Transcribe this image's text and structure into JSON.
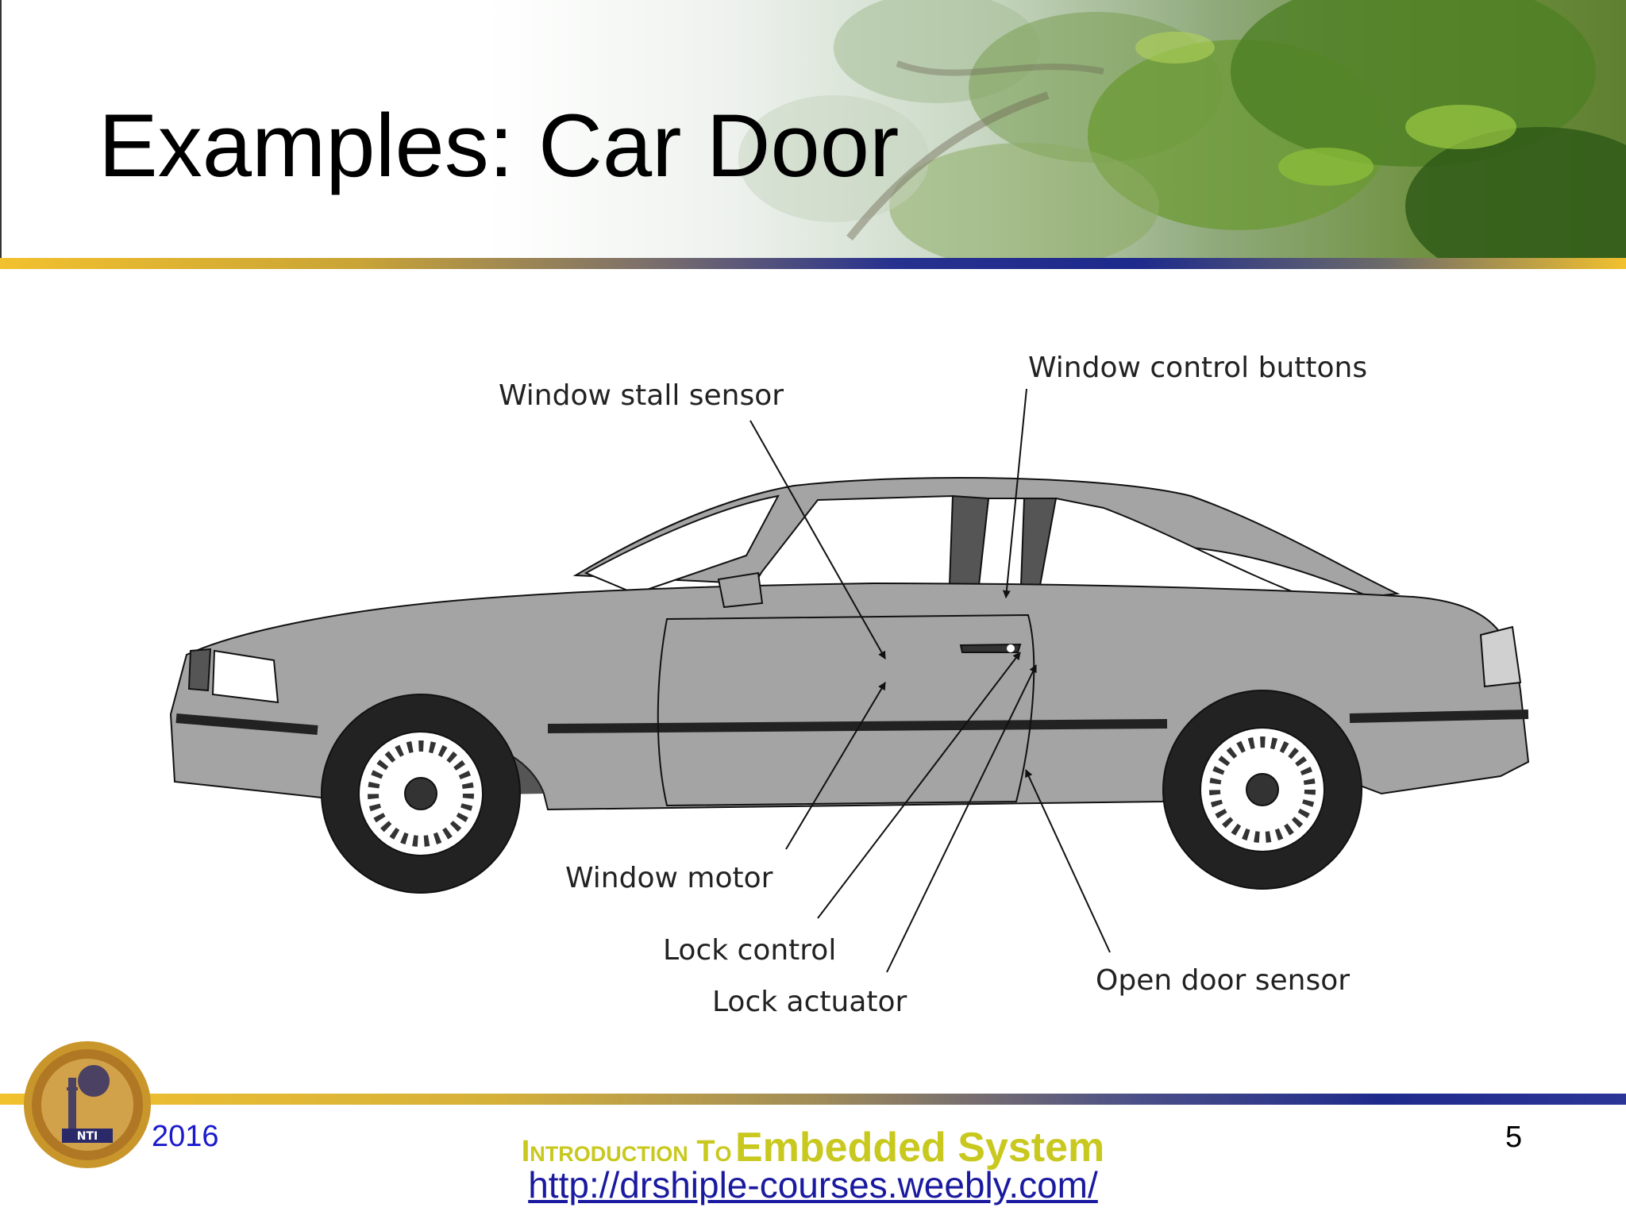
{
  "slide": {
    "title": "Examples: Car Door",
    "year": "2016",
    "page_number": "5",
    "footer_title_prefix": "Introduction To",
    "footer_title_main": "Embedded System",
    "footer_url": "http://drshiple-courses.weebly.com/",
    "logo_text": "NTI"
  },
  "diagram": {
    "labels": {
      "window_stall_sensor": "Window stall sensor",
      "window_control_buttons": "Window control buttons",
      "window_motor": "Window motor",
      "lock_control": "Lock control",
      "lock_actuator": "Lock actuator",
      "open_door_sensor": "Open door sensor"
    }
  },
  "colors": {
    "year": "#1a1acc",
    "footer_title": "#c8c81e",
    "footer_url": "#1a1aa0",
    "car_body": "#a4a4a4"
  }
}
